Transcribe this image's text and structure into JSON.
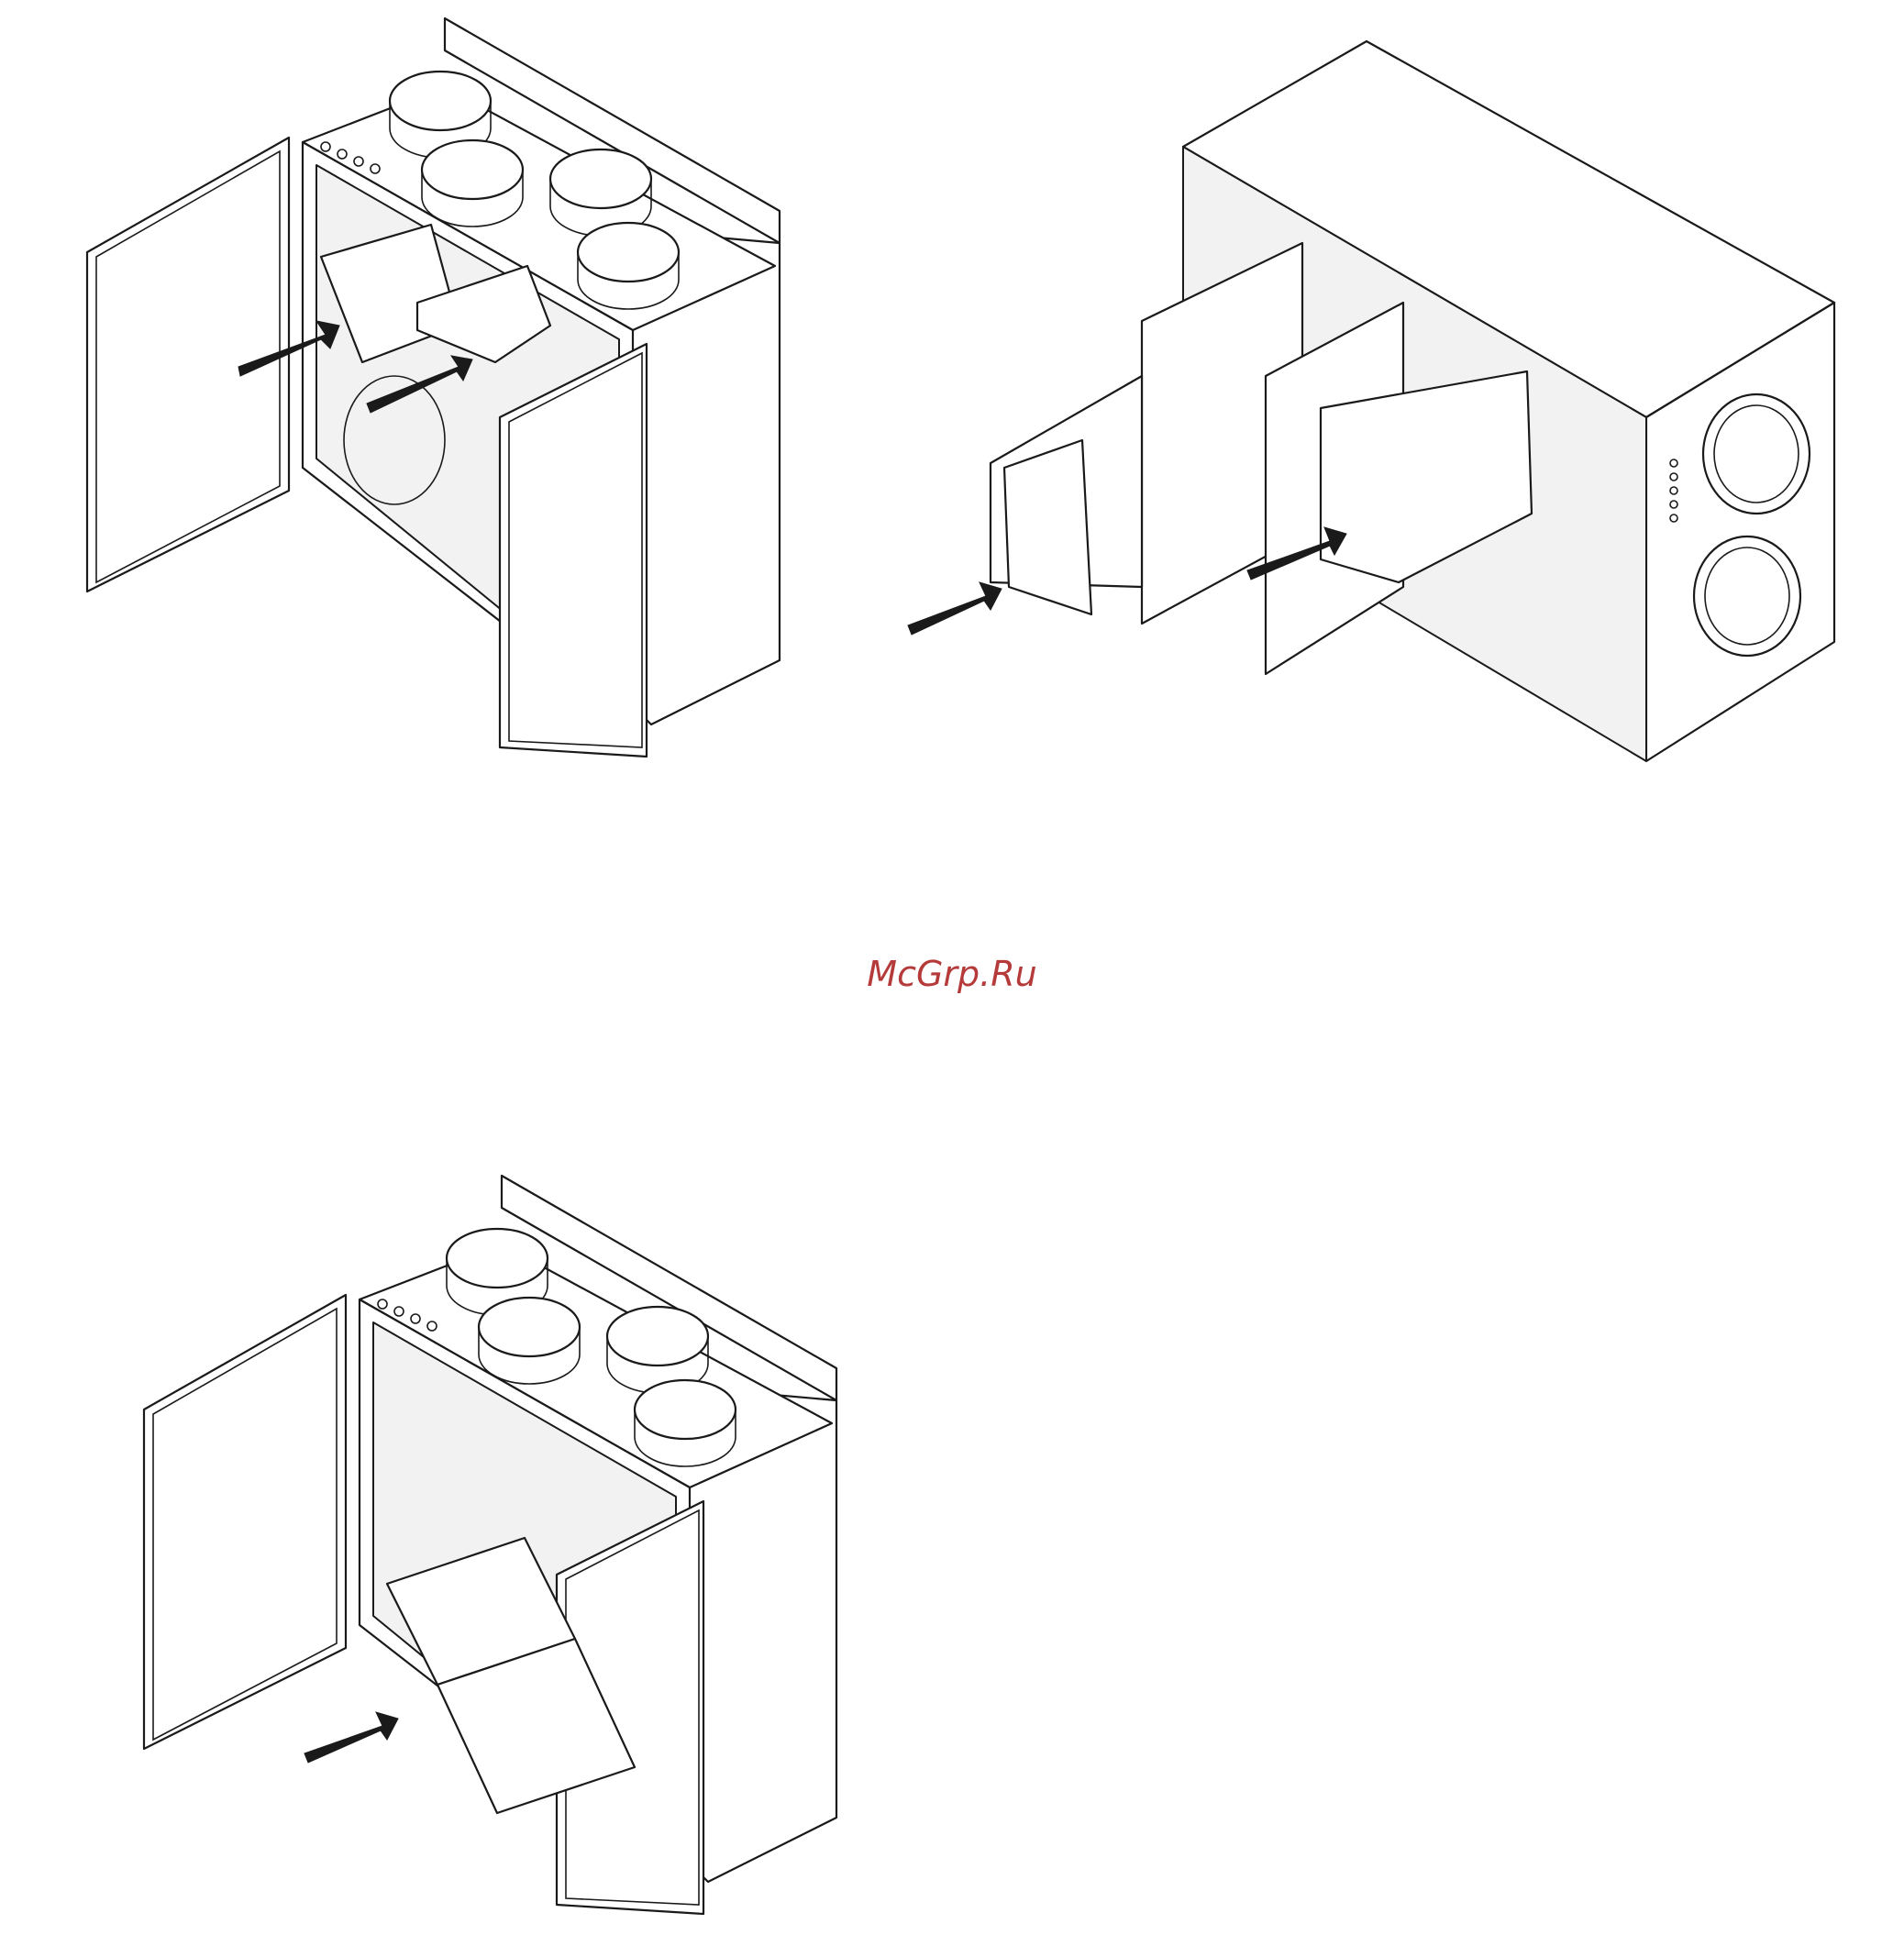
{
  "watermark": {
    "text": "McGrp.Ru",
    "color": "#b53a3a"
  },
  "figures": [
    {
      "id": "unit-vertical-open",
      "arrows": 2
    },
    {
      "id": "unit-horizontal-filters",
      "arrows": 2
    },
    {
      "id": "unit-vertical-exchanger",
      "arrows": 1
    }
  ]
}
